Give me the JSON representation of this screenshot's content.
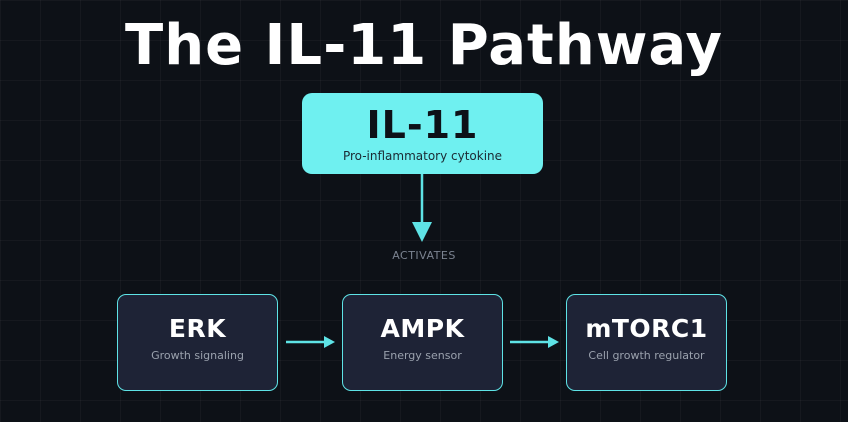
{
  "title": "The IL-11 Pathway",
  "accent_color": "#6ff0f0",
  "node_fill": "#1e2336",
  "background": "#0d1117",
  "top_node": {
    "name": "IL-11",
    "description": "Pro-inflammatory cytokine"
  },
  "edge_label": "ACTIVATES",
  "nodes": [
    {
      "name": "ERK",
      "description": "Growth signaling"
    },
    {
      "name": "AMPK",
      "description": "Energy sensor"
    },
    {
      "name": "mTORC1",
      "description": "Cell growth regulator"
    }
  ]
}
